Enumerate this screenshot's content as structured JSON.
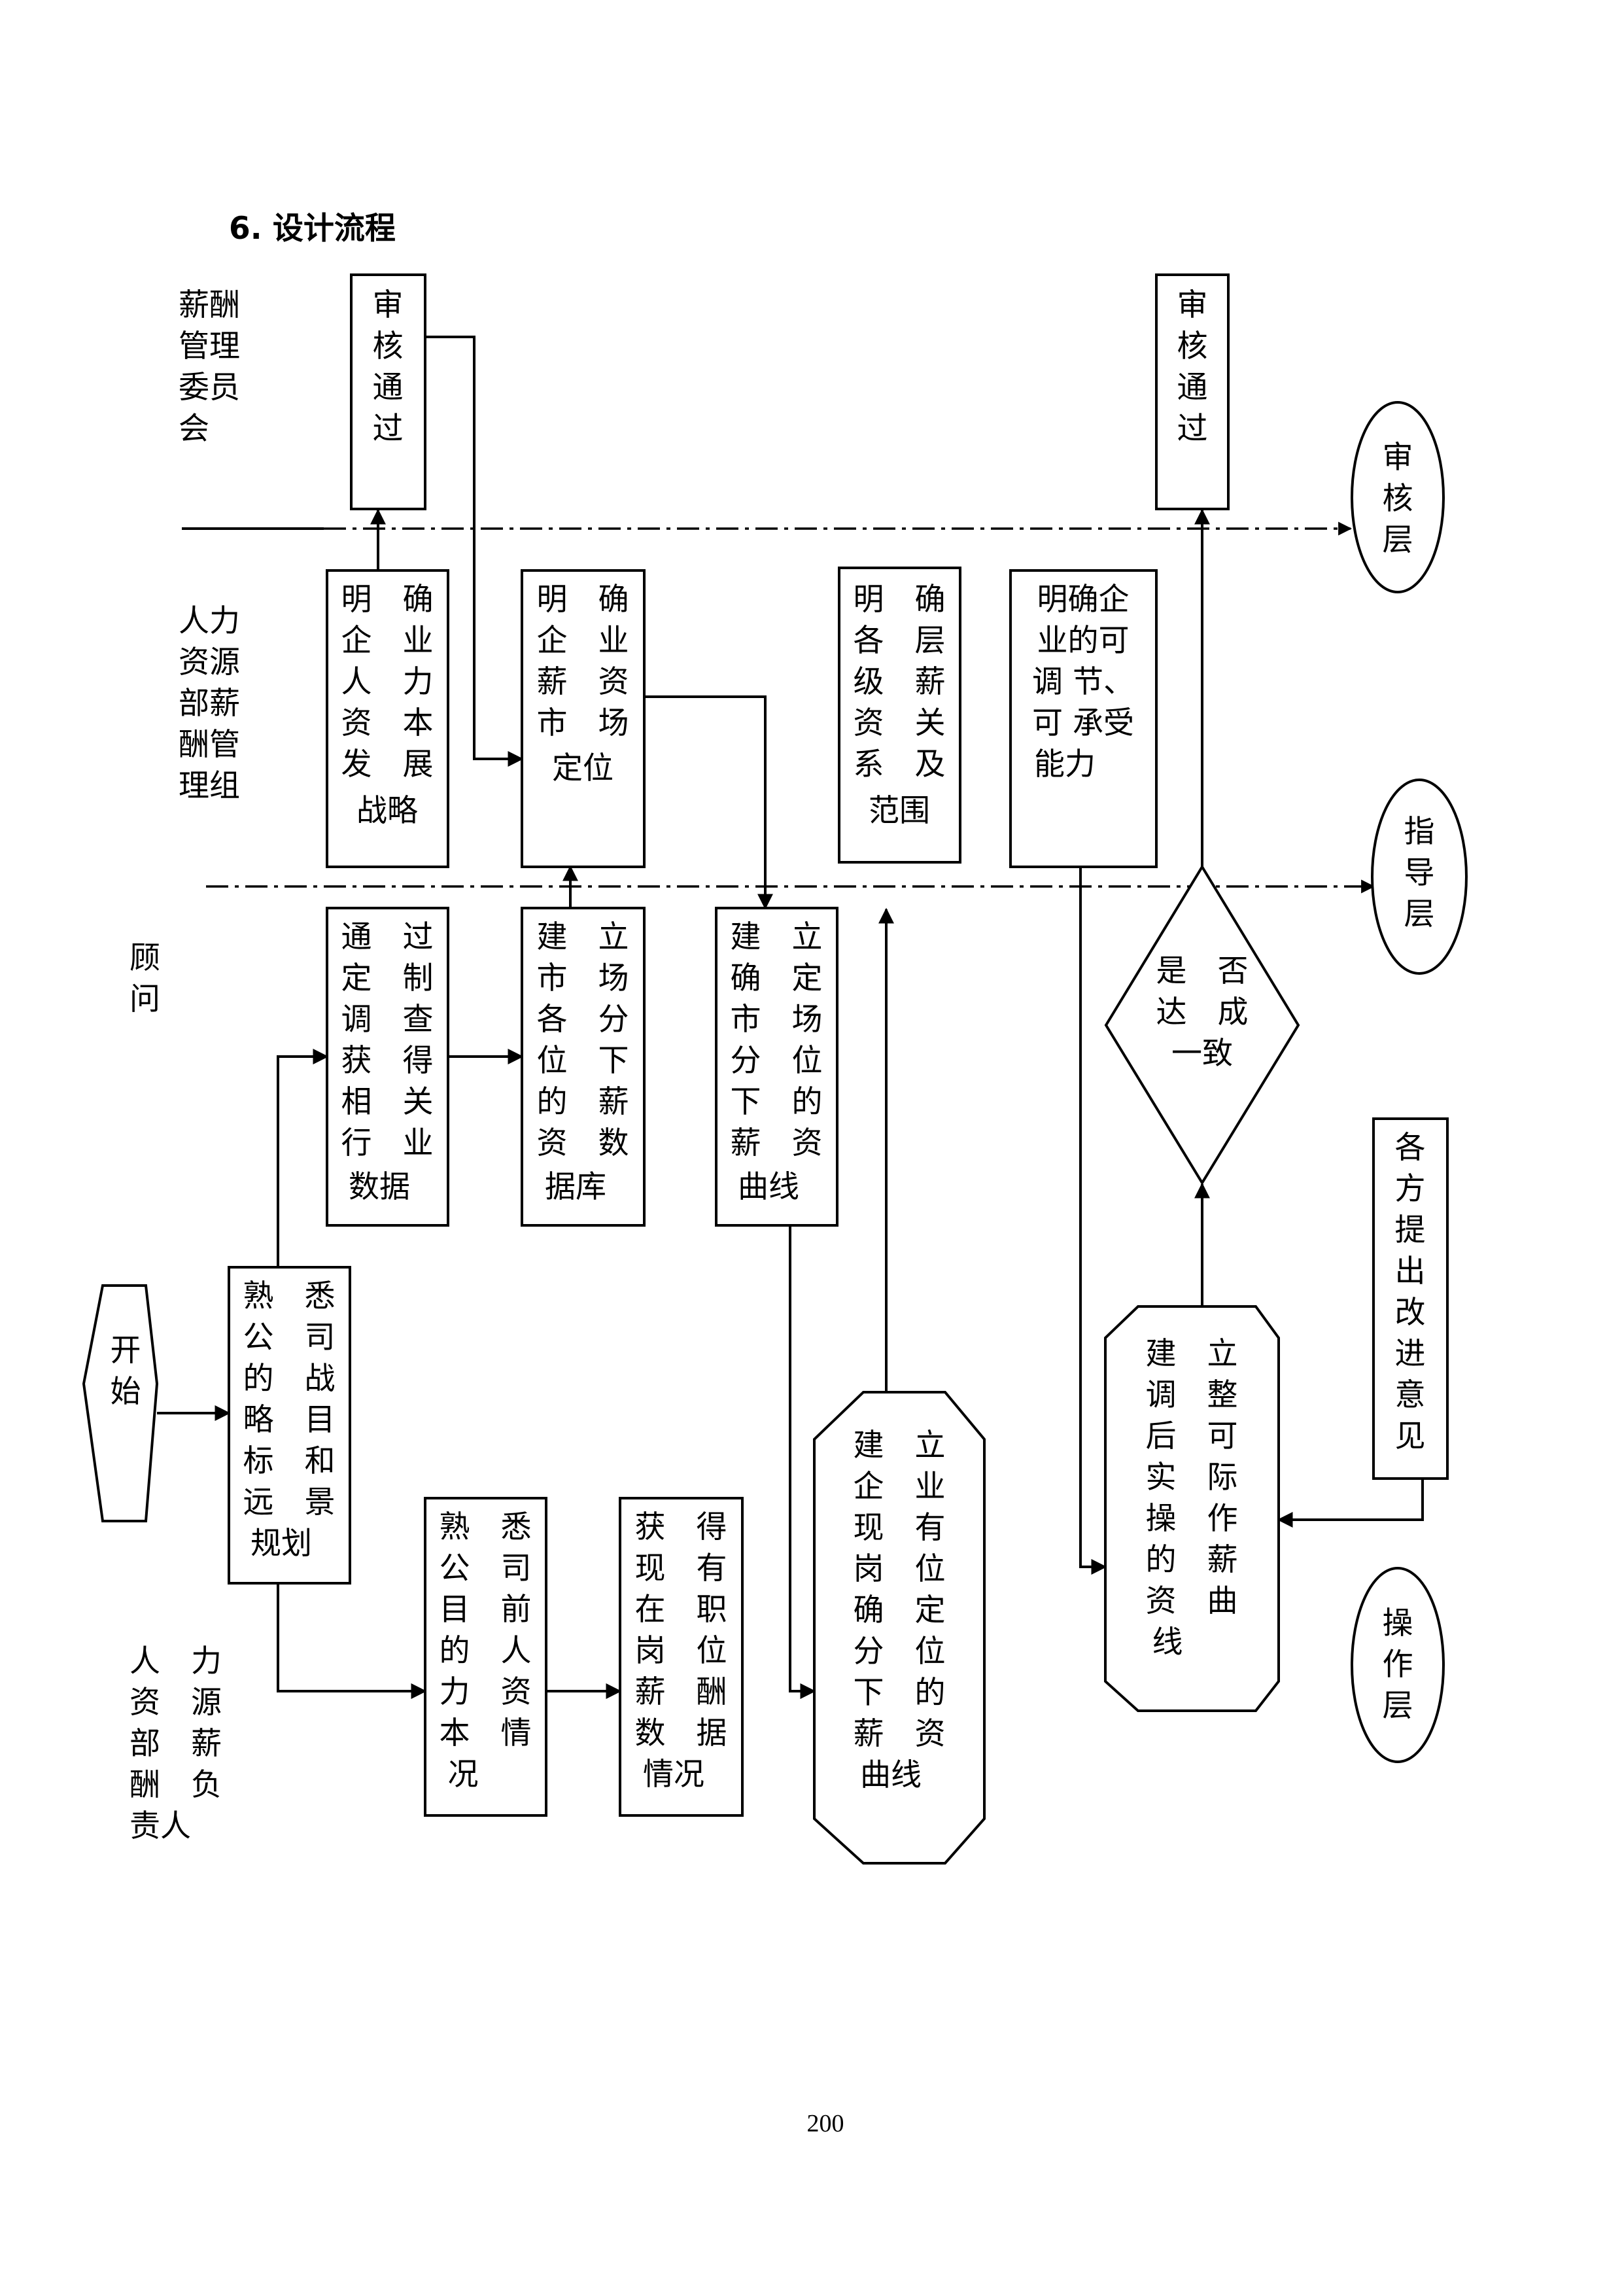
{
  "heading": "6. 设计流程",
  "page_number": "200",
  "layers": {
    "committee": [
      "薪酬",
      "管理",
      "委员",
      "会"
    ],
    "hr_group": [
      "人力",
      "资源",
      "部薪",
      "酬管",
      "理组"
    ],
    "consultant": [
      "顾",
      "问"
    ],
    "hr_owner": [
      "人　力",
      "资　源",
      "部　薪",
      "酬　负",
      "责人"
    ]
  },
  "layer_tags": {
    "review": [
      "审",
      "核",
      "层"
    ],
    "guide": [
      "指",
      "导",
      "层"
    ],
    "operate": [
      "操",
      "作",
      "层"
    ]
  },
  "nodes": {
    "approve_1": [
      "审",
      "核",
      "通",
      "过"
    ],
    "approve_2": [
      "审",
      "核",
      "通",
      "过"
    ],
    "hr_strategy": [
      "明　确",
      "企　业",
      "人　力",
      "资　本",
      "发　展",
      "战略"
    ],
    "salary_positioning": [
      "明　确",
      "企　业",
      "薪　资",
      "市　场",
      "定位"
    ],
    "salary_levels": [
      "明　确",
      "各　层",
      "级　薪",
      "资　关",
      "系　及",
      "范围"
    ],
    "adjust_capacity": [
      "明确企",
      "业的可",
      "调 节、",
      "可 承受",
      "能力"
    ],
    "survey_data": [
      "通　过",
      "定　制",
      "调　查",
      "获　得",
      "相　关",
      "行　业",
      "数据"
    ],
    "market_database": [
      "建　立",
      "市　场",
      "各　分",
      "位　下",
      "的　薪",
      "资　数",
      "据库"
    ],
    "market_curve": [
      "建　立",
      "确　定",
      "市　场",
      "分　位",
      "下　的",
      "薪　资",
      "曲线"
    ],
    "decision": [
      "是　否",
      "达　成",
      "一致"
    ],
    "feedback": [
      "各",
      "方",
      "提",
      "出",
      "改",
      "进",
      "意",
      "见"
    ],
    "start": [
      "开",
      "始"
    ],
    "know_strategy": [
      "熟　悉",
      "公　司",
      "的　战",
      "略　目",
      "标　和",
      "远　景",
      "规划"
    ],
    "know_hr_status": [
      "熟　悉",
      "公　司",
      "目　前",
      "的　人",
      "力　资",
      "本　情",
      "况"
    ],
    "current_salary": [
      "获　得",
      "现　有",
      "在　职",
      "岗　位",
      "薪　酬",
      "数　据",
      "情况"
    ],
    "company_curve": [
      "建　立",
      "企　业",
      "现　有",
      "岗　位",
      "确　定",
      "分　位",
      "下　的",
      "薪　资",
      "曲线"
    ],
    "adjusted_curve": [
      "建　立",
      "调　整",
      "后　可",
      "实　际",
      "操　作",
      "的　薪",
      "资　曲",
      "线"
    ]
  }
}
